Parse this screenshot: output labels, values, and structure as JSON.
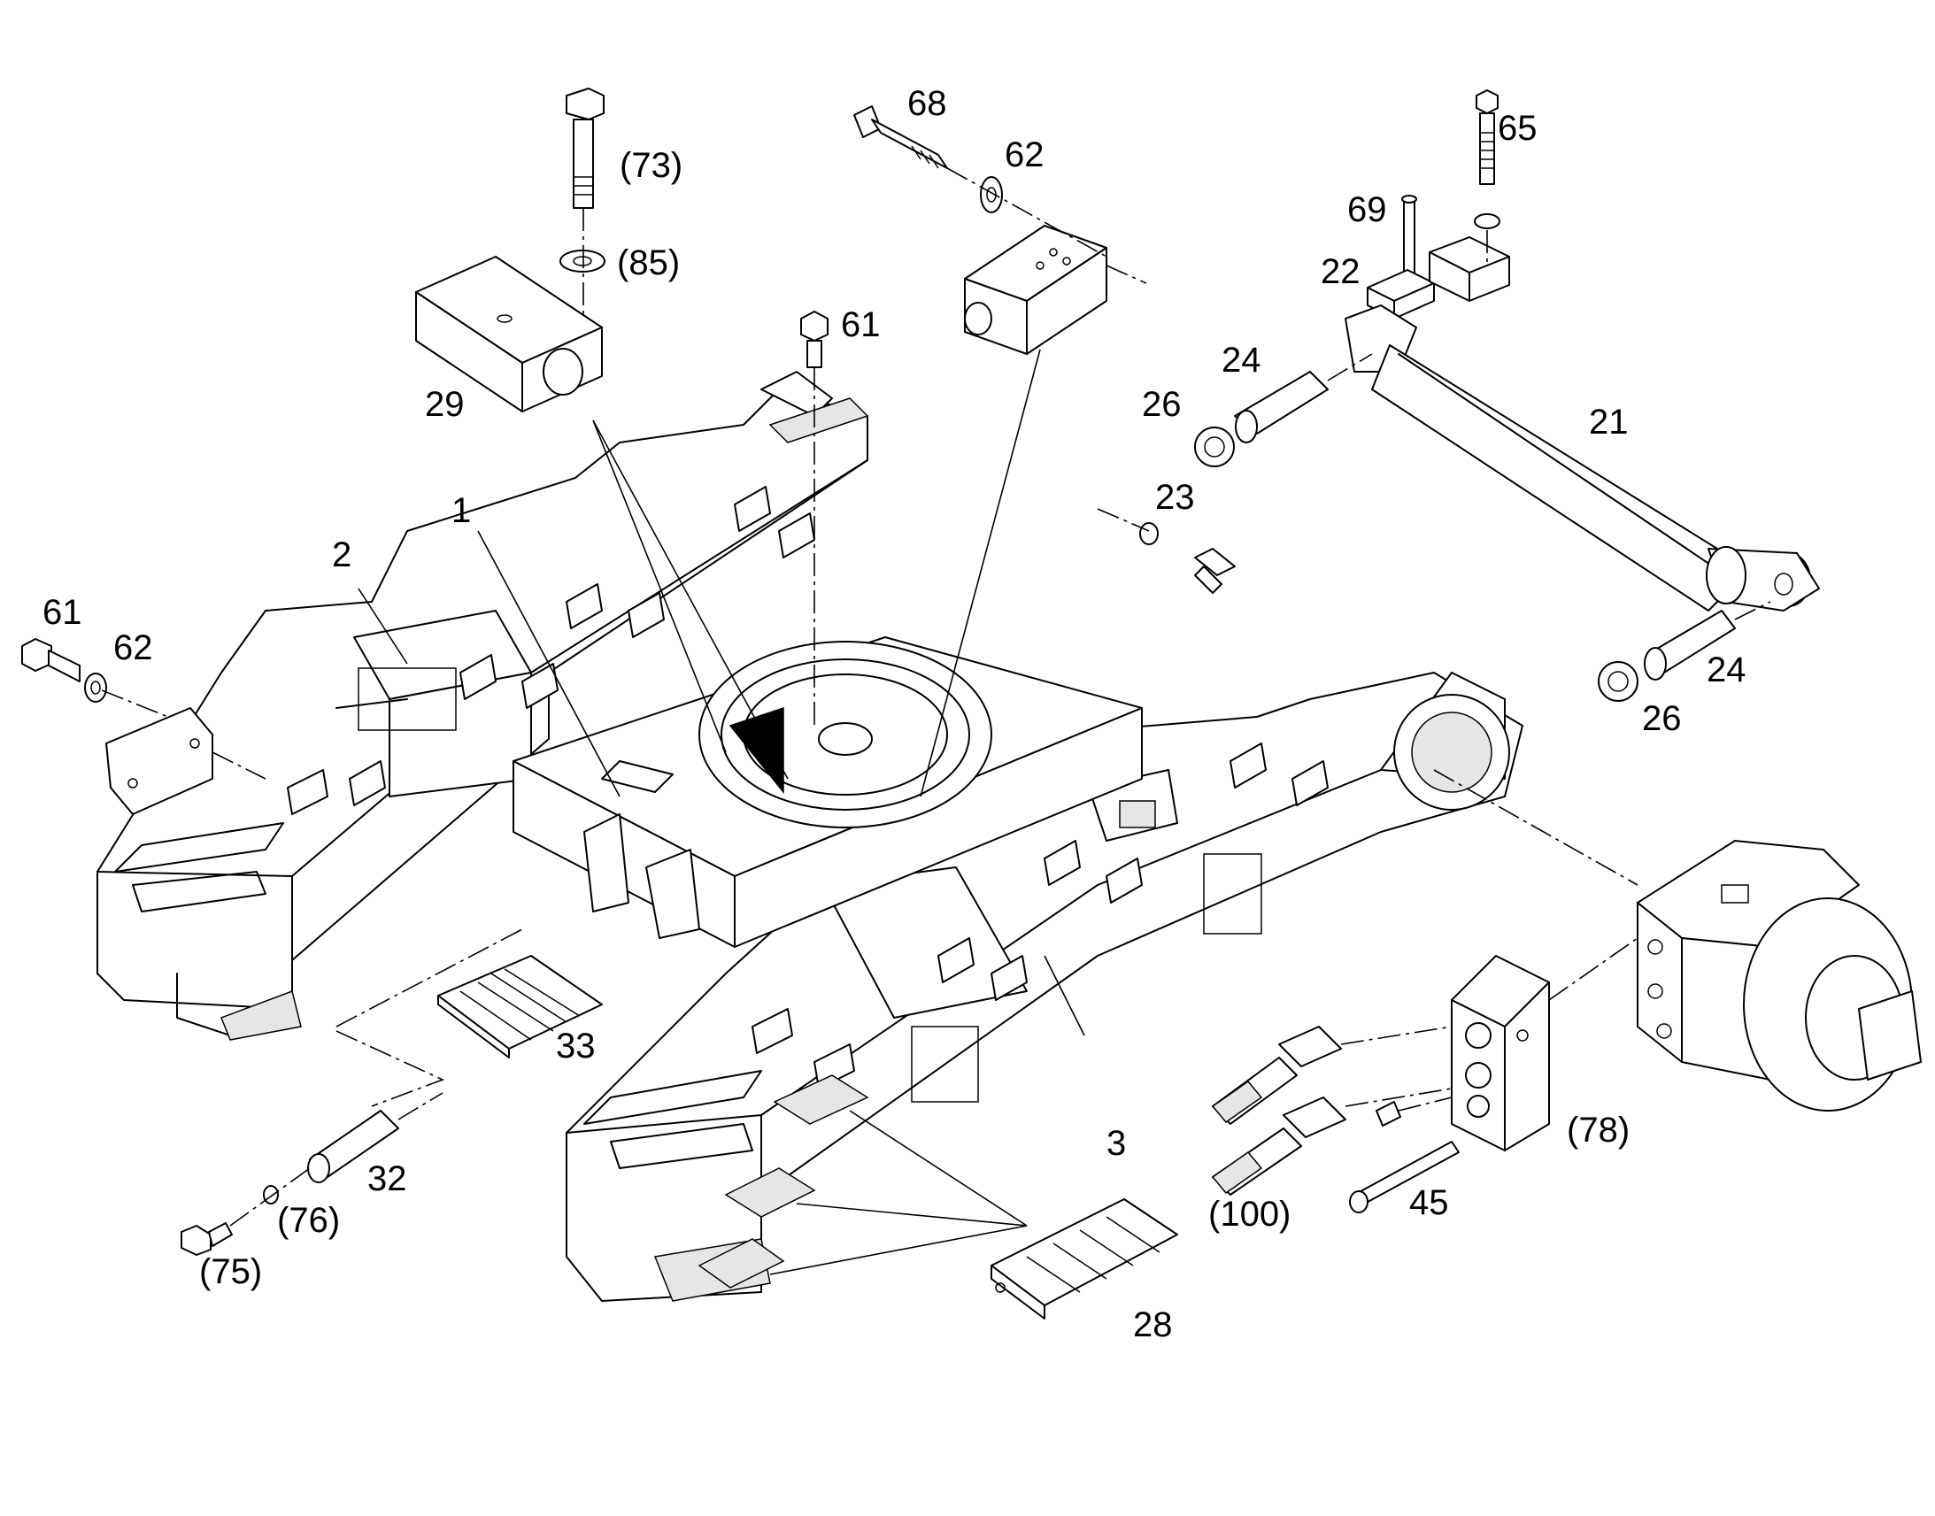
{
  "callouts": [
    {
      "id": "c73",
      "text": "(73)"
    },
    {
      "id": "c85",
      "text": "(85)"
    },
    {
      "id": "c29",
      "text": "29"
    },
    {
      "id": "c68",
      "text": "68"
    },
    {
      "id": "c62a",
      "text": "62"
    },
    {
      "id": "c61a",
      "text": "61"
    },
    {
      "id": "c65",
      "text": "65"
    },
    {
      "id": "c69",
      "text": "69"
    },
    {
      "id": "c22",
      "text": "22"
    },
    {
      "id": "c24a",
      "text": "24"
    },
    {
      "id": "c26a",
      "text": "26"
    },
    {
      "id": "c21",
      "text": "21"
    },
    {
      "id": "c23",
      "text": "23"
    },
    {
      "id": "c1",
      "text": "1"
    },
    {
      "id": "c2",
      "text": "2"
    },
    {
      "id": "c61b",
      "text": "61"
    },
    {
      "id": "c62b",
      "text": "62"
    },
    {
      "id": "c24b",
      "text": "24"
    },
    {
      "id": "c26b",
      "text": "26"
    },
    {
      "id": "c33",
      "text": "33"
    },
    {
      "id": "c3",
      "text": "3"
    },
    {
      "id": "c78",
      "text": "(78)"
    },
    {
      "id": "c100",
      "text": "(100)"
    },
    {
      "id": "c45",
      "text": "45"
    },
    {
      "id": "c32",
      "text": "32"
    },
    {
      "id": "c76",
      "text": "(76)"
    },
    {
      "id": "c75",
      "text": "(75)"
    },
    {
      "id": "c28",
      "text": "28"
    }
  ]
}
